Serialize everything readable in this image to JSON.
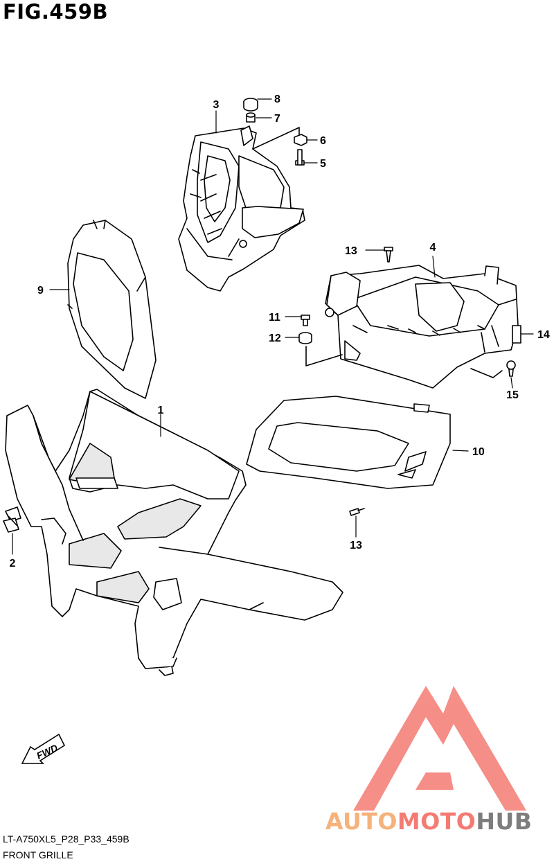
{
  "header": {
    "figure_title": "FIG.459B"
  },
  "callouts": [
    "1",
    "2",
    "3",
    "4",
    "5",
    "6",
    "7",
    "8",
    "9",
    "10",
    "11",
    "12",
    "13",
    "13",
    "14",
    "15"
  ],
  "fwd_label": "FWD",
  "footer": {
    "model_code": "LT-A750XL5_P28_P33_459B",
    "section_name": "FRONT GRILLE"
  },
  "watermark": {
    "part1": "AUTO",
    "part2": "MOTO",
    "part3": "HUB",
    "logo_color": "#f37b73",
    "accent_color": "#f5b27a",
    "text_gray": "#7d7d7d"
  }
}
